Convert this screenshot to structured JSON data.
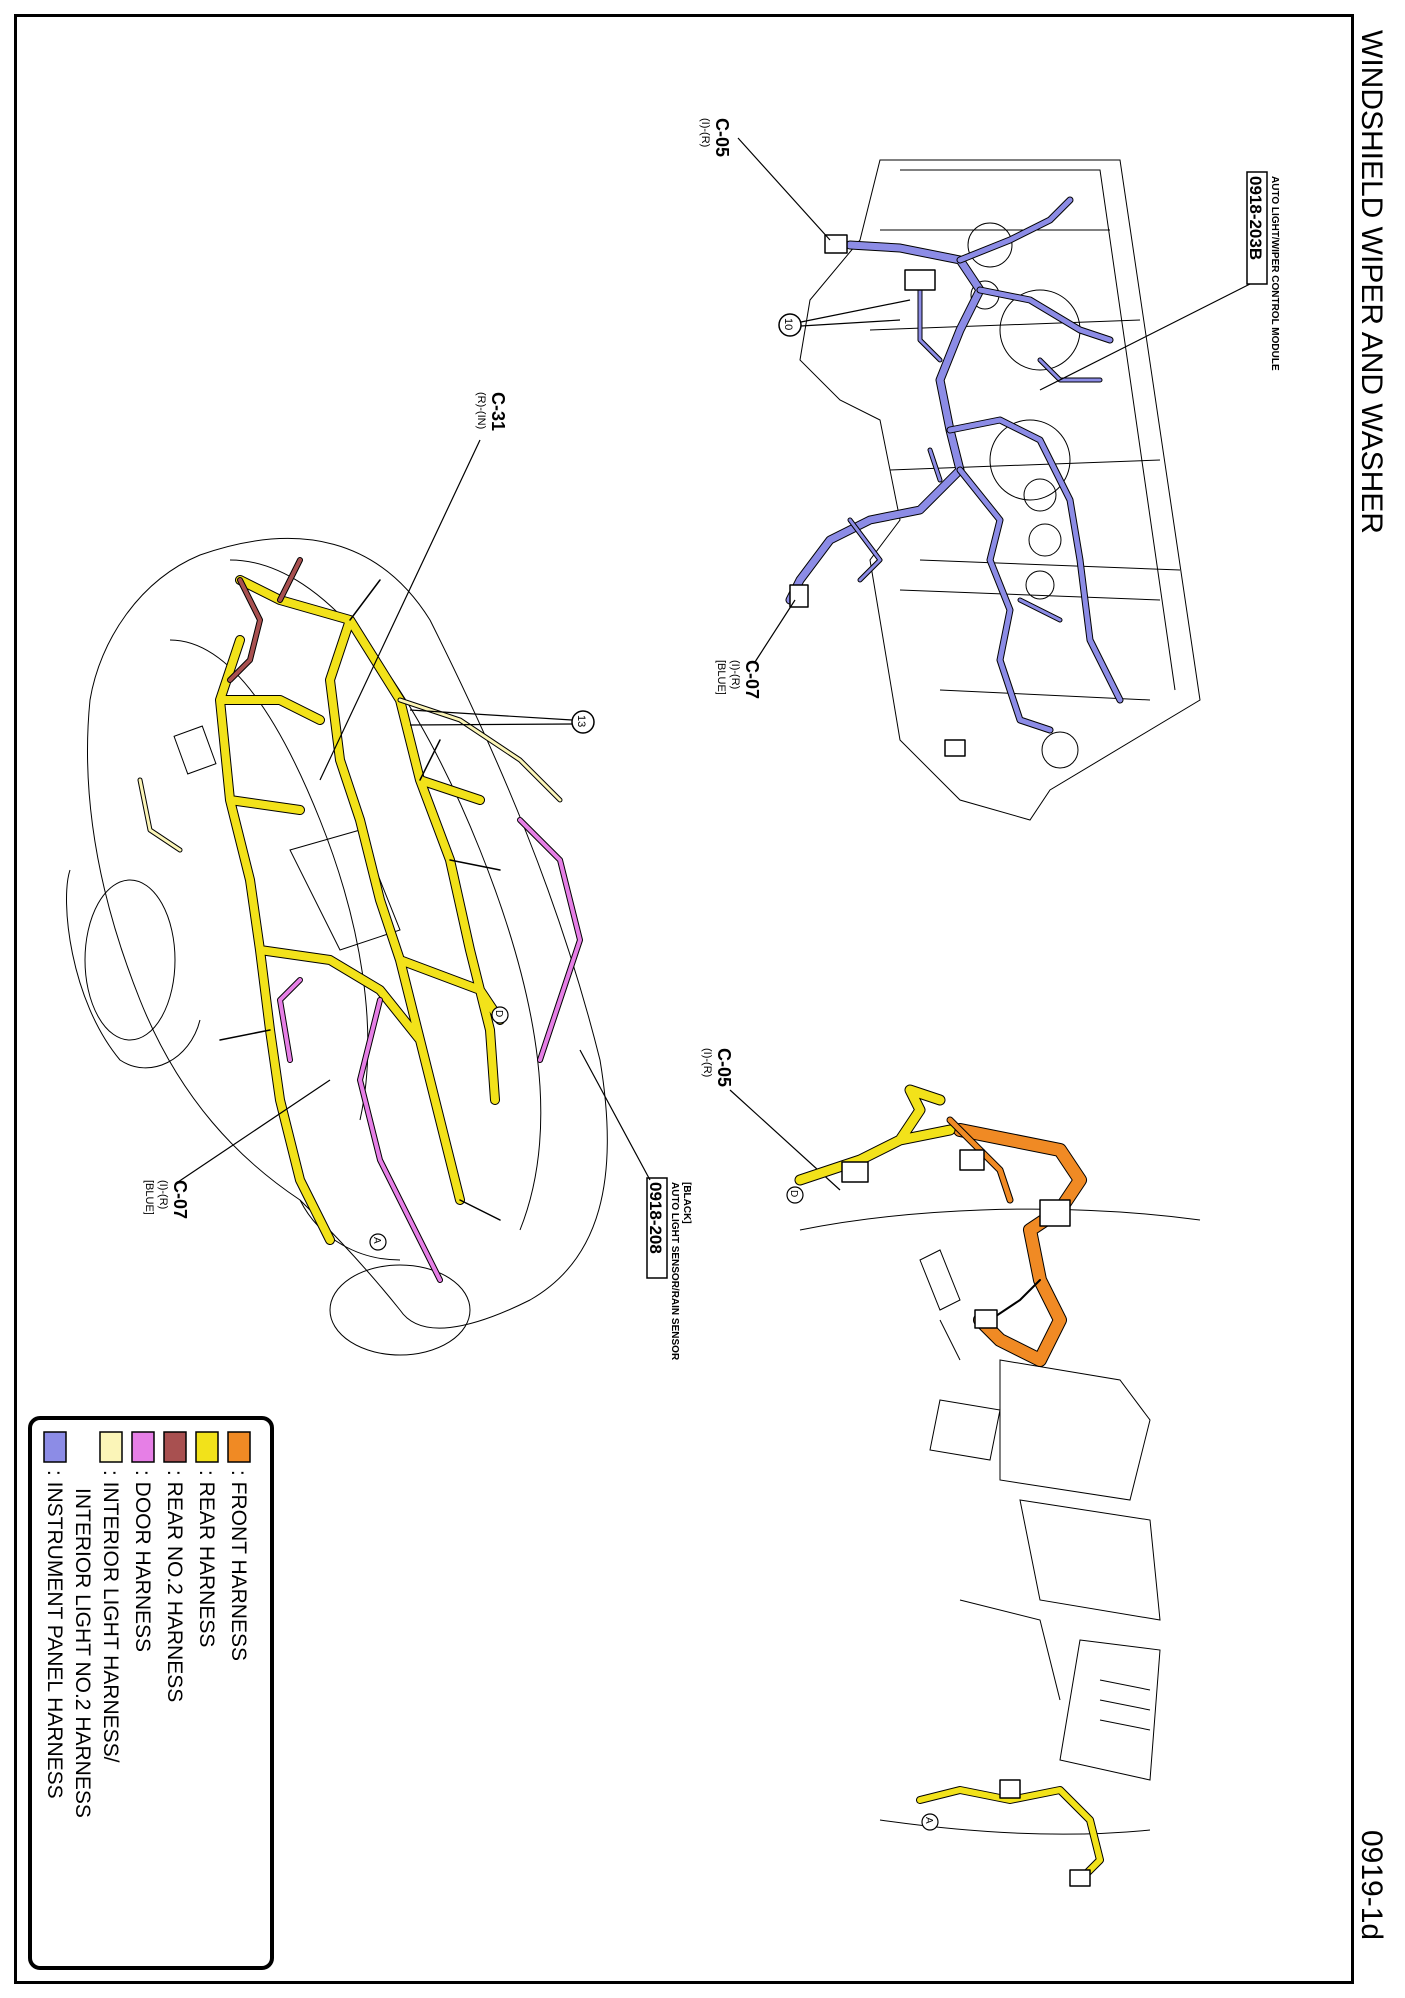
{
  "page": {
    "title": "WINDSHIELD WIPER AND WASHER",
    "page_number": "0919-1d"
  },
  "labels": {
    "c05_top": "C-05",
    "c05_top_sub": "(I)-(R)",
    "module_ref": "0918-203B",
    "module_name": "AUTO LIGHT/WIPER CONTROL MODULE",
    "circle_10": "10",
    "c07_top": "C-07",
    "c07_top_sub1": "(I)-(R)",
    "c07_top_sub2": "[BLUE]",
    "c31": "C-31",
    "c31_sub": "(R)-(IN)",
    "circle_13": "13",
    "c05_mid": "C-05",
    "c05_mid_sub": "(I)-(R)",
    "sensor_ref": "0918-208",
    "sensor_name": "AUTO LIGHT SENSOR/RAIN SENSOR",
    "sensor_color": "[BLACK]",
    "c07_bottom": "C-07",
    "c07_bottom_sub1": "(I)-(R)",
    "c07_bottom_sub2": "[BLUE]",
    "point_a1": "A",
    "point_a2": "A",
    "point_d1": "D",
    "point_d2": "D"
  },
  "legend": {
    "items": [
      {
        "label": ": FRONT HARNESS",
        "color": "#F08A24"
      },
      {
        "label": ": REAR HARNESS",
        "color": "#F2E21A"
      },
      {
        "label": ": REAR NO.2 HARNESS",
        "color": "#A85050"
      },
      {
        "label": ": DOOR HARNESS",
        "color": "#E67FE6"
      },
      {
        "label": ": INTERIOR LIGHT HARNESS/",
        "color": "#FBF5B8"
      },
      {
        "label": "INTERIOR LIGHT NO.2 HARNESS",
        "color": ""
      },
      {
        "label": ": INSTRUMENT PANEL HARNESS",
        "color": "#8C8CE6"
      }
    ]
  },
  "colors": {
    "front": "#F08A24",
    "rear": "#F2E21A",
    "rear2": "#A85050",
    "door": "#E67FE6",
    "interior": "#FBF5B8",
    "instrument": "#8C8CE6"
  }
}
